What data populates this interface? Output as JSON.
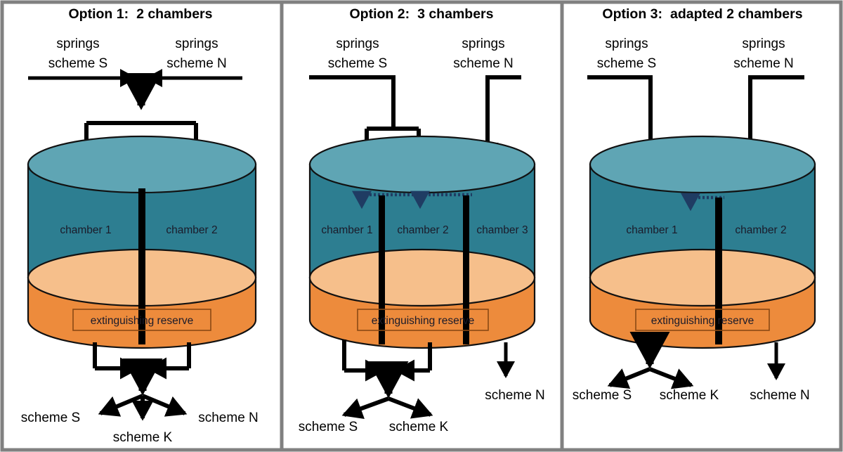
{
  "figure": {
    "background": "#ffffff",
    "panel_border_color": "#808080",
    "divider_color": "#808080"
  },
  "colors": {
    "tank_top_teal": "#5FA5B4",
    "tank_body_teal": "#2D7E91",
    "liquid_top_orange": "#F6BF8B",
    "liquid_body_orange": "#ED8B3C",
    "outline": "#111111",
    "arrow_black": "#000000",
    "overflow_navy": "#1F3C63",
    "reserve_box_border": "#8a4a14"
  },
  "panels": [
    {
      "id": "option-1",
      "title_prefix": "Option 1:",
      "title_main": "2 chambers",
      "inlets": [
        {
          "id": "left",
          "line1": "springs",
          "line2": "scheme S"
        },
        {
          "id": "right",
          "line1": "springs",
          "line2": "scheme N"
        }
      ],
      "chambers": [
        {
          "label": "chamber 1"
        },
        {
          "label": "chamber 2"
        }
      ],
      "reserve_label": "extinguishing reserve",
      "overflow": null,
      "outlets": [
        {
          "label": "scheme S"
        },
        {
          "label": "scheme K"
        },
        {
          "label": "scheme N"
        }
      ]
    },
    {
      "id": "option-2",
      "title_prefix": "Option 2:",
      "title_main": "3 chambers",
      "inlets": [
        {
          "id": "left",
          "line1": "springs",
          "line2": "scheme S"
        },
        {
          "id": "right",
          "line1": "springs",
          "line2": "scheme N"
        }
      ],
      "chambers": [
        {
          "label": "chamber 1"
        },
        {
          "label": "chamber 2"
        },
        {
          "label": "chamber 3"
        }
      ],
      "reserve_label": "extinguishing reserve",
      "overflow": {
        "present": true,
        "style": "dashed",
        "arrows": 2
      },
      "outlets": [
        {
          "label": "scheme S"
        },
        {
          "label": "scheme K"
        },
        {
          "label": "scheme N"
        }
      ]
    },
    {
      "id": "option-3",
      "title_prefix": "Option 3:",
      "title_main": "adapted 2 chambers",
      "inlets": [
        {
          "id": "left",
          "line1": "springs",
          "line2": "scheme S"
        },
        {
          "id": "right",
          "line1": "springs",
          "line2": "scheme N"
        }
      ],
      "chambers": [
        {
          "label": "chamber 1"
        },
        {
          "label": "chamber 2"
        }
      ],
      "reserve_label": "extinguishing reserve",
      "overflow": {
        "present": true,
        "style": "dashed",
        "arrows": 1
      },
      "outlets": [
        {
          "label": "scheme S"
        },
        {
          "label": "scheme K"
        },
        {
          "label": "scheme N"
        }
      ]
    }
  ]
}
